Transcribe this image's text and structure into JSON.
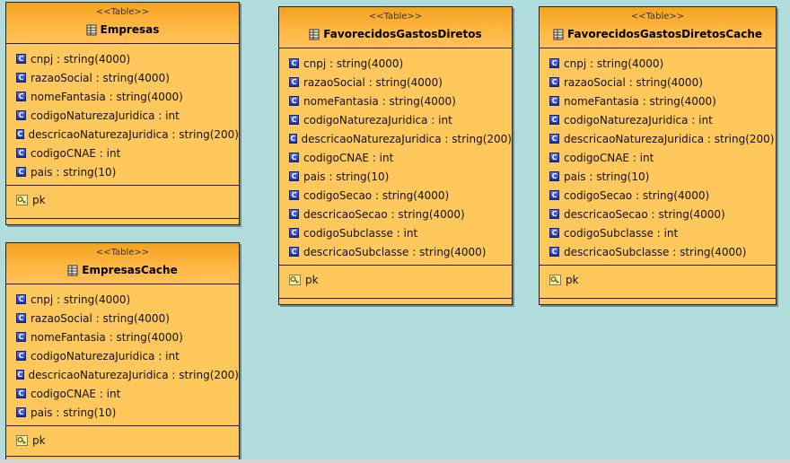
{
  "diagram": {
    "tables": [
      {
        "stereotype": "<<Table>>",
        "name": "Empresas",
        "attributes": [
          "cnpj : string(4000)",
          "razaoSocial : string(4000)",
          "nomeFantasia : string(4000)",
          "codigoNaturezaJuridica : int",
          "descricaoNaturezaJuridica : string(200)",
          "codigoCNAE : int",
          "pais : string(10)"
        ],
        "operations": [
          "pk"
        ]
      },
      {
        "stereotype": "<<Table>>",
        "name": "EmpresasCache",
        "attributes": [
          "cnpj : string(4000)",
          "razaoSocial : string(4000)",
          "nomeFantasia : string(4000)",
          "codigoNaturezaJuridica : int",
          "descricaoNaturezaJuridica : string(200)",
          "codigoCNAE : int",
          "pais : string(10)"
        ],
        "operations": [
          "pk"
        ]
      },
      {
        "stereotype": "<<Table>>",
        "name": "FavorecidosGastosDiretos",
        "attributes": [
          "cnpj : string(4000)",
          "razaoSocial : string(4000)",
          "nomeFantasia : string(4000)",
          "codigoNaturezaJuridica : int",
          "descricaoNaturezaJuridica : string(200)",
          "codigoCNAE : int",
          "pais : string(10)",
          "codigoSecao : string(4000)",
          "descricaoSecao : string(4000)",
          "codigoSubclasse : int",
          "descricaoSubclasse : string(4000)"
        ],
        "operations": [
          "pk"
        ]
      },
      {
        "stereotype": "<<Table>>",
        "name": "FavorecidosGastosDiretosCache",
        "attributes": [
          "cnpj : string(4000)",
          "razaoSocial : string(4000)",
          "nomeFantasia : string(4000)",
          "codigoNaturezaJuridica : int",
          "descricaoNaturezaJuridica : string(200)",
          "codigoCNAE : int",
          "pais : string(10)",
          "codigoSecao : string(4000)",
          "descricaoSecao : string(4000)",
          "codigoSubclasse : int",
          "descricaoSubclasse : string(4000)"
        ],
        "operations": [
          "pk"
        ]
      }
    ],
    "icons": {
      "table": "table-icon",
      "attribute": "column-icon",
      "operation": "key-icon"
    },
    "colors": {
      "canvas": "#b0dcdc",
      "class_body": "#ffc85c",
      "class_header": "#f4a21c",
      "attribute_icon": "#2b3fc0"
    }
  }
}
